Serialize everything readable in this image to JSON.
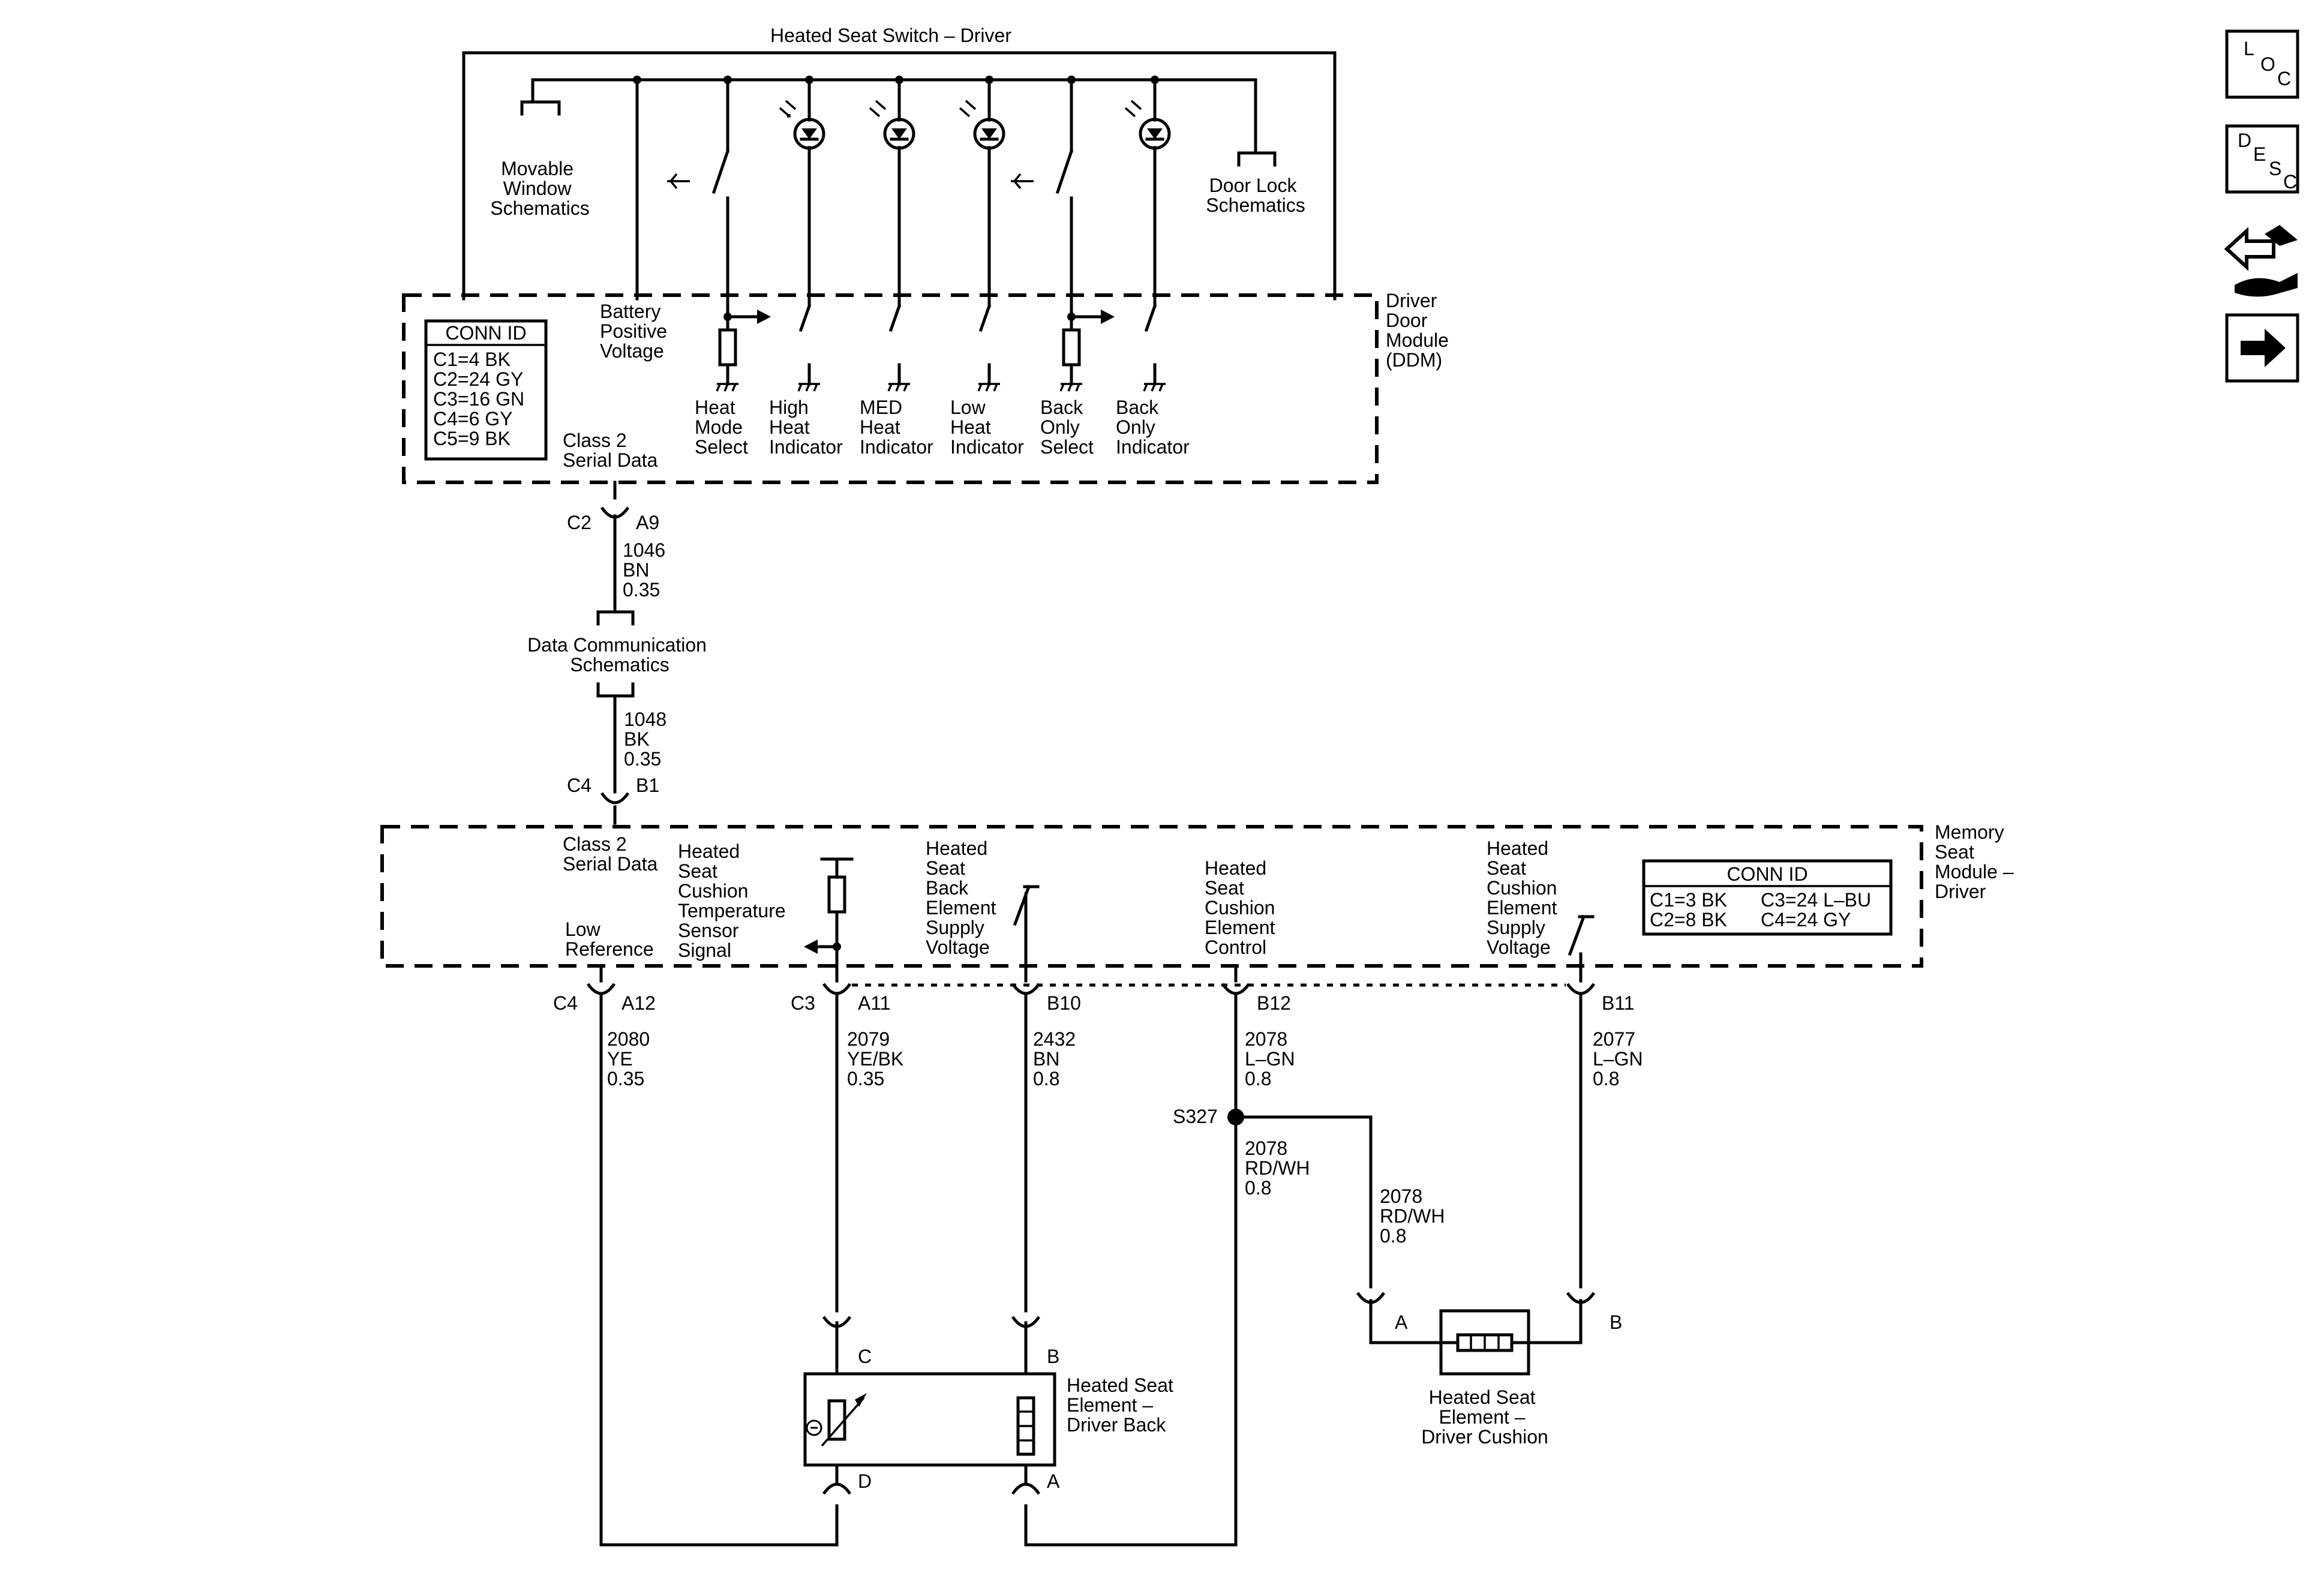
{
  "switch_title": "Heated Seat Switch – Driver",
  "ddm": {
    "label": [
      "Driver",
      "Door",
      "Module",
      "(DDM)"
    ],
    "conn_id_title": "CONN ID",
    "conn_ids": [
      "C1=4 BK",
      "C2=24 GY",
      "C3=16 GN",
      "C4=6 GY",
      "C5=9 BK"
    ],
    "battery": [
      "Battery",
      "Positive",
      "Voltage"
    ],
    "serial": [
      "Class 2",
      "Serial Data"
    ],
    "circuits": [
      [
        "Heat",
        "Mode",
        "Select"
      ],
      [
        "High",
        "Heat",
        "Indicator"
      ],
      [
        "MED",
        "Heat",
        "Indicator"
      ],
      [
        "Low",
        "Heat",
        "Indicator"
      ],
      [
        "Back",
        "Only",
        "Select"
      ],
      [
        "Back",
        "Only",
        "Indicator"
      ]
    ]
  },
  "movable_window": [
    "Movable",
    "Window",
    "Schematics"
  ],
  "door_lock": [
    "Door Lock",
    "Schematics"
  ],
  "c2_conn": {
    "connector": "C2",
    "pin": "A9"
  },
  "wire_1046": [
    "1046",
    "BN",
    "0.35"
  ],
  "data_comm": [
    "Data Communication",
    "Schematics"
  ],
  "wire_1048": [
    "1048",
    "BK",
    "0.35"
  ],
  "c4_conn": {
    "connector": "C4",
    "pin": "B1"
  },
  "msm": {
    "label": [
      "Memory",
      "Seat",
      "Module –",
      "Driver"
    ],
    "serial": [
      "Class 2",
      "Serial Data"
    ],
    "low_ref": [
      "Low",
      "Reference"
    ],
    "temp_sensor": [
      "Heated",
      "Seat",
      "Cushion",
      "Temperature",
      "Sensor",
      "Signal"
    ],
    "back_supply": [
      "Heated",
      "Seat",
      "Back",
      "Element",
      "Supply",
      "Voltage"
    ],
    "cushion_control": [
      "Heated",
      "Seat",
      "Cushion",
      "Element",
      "Control"
    ],
    "cushion_supply": [
      "Heated",
      "Seat",
      "Cushion",
      "Element",
      "Supply",
      "Voltage"
    ],
    "conn_id_title": "CONN ID",
    "conn_ids": [
      "C1=3 BK",
      "C3=24 L–BU",
      "C2=8 BK",
      "C4=24 GY"
    ]
  },
  "pins": {
    "a12_conn": "C4",
    "a12": "A12",
    "a11_conn": "C3",
    "a11": "A11",
    "b10": "B10",
    "b12": "B12",
    "b11": "B11"
  },
  "wires": {
    "w2080": [
      "2080",
      "YE",
      "0.35"
    ],
    "w2079": [
      "2079",
      "YE/BK",
      "0.35"
    ],
    "w2432": [
      "2432",
      "BN",
      "0.8"
    ],
    "w2078a": [
      "2078",
      "L–GN",
      "0.8"
    ],
    "w2077": [
      "2077",
      "L–GN",
      "0.8"
    ],
    "w2078b": [
      "2078",
      "RD/WH",
      "0.8"
    ],
    "w2078c": [
      "2078",
      "RD/WH",
      "0.8"
    ]
  },
  "splice": "S327",
  "back_element": {
    "label": [
      "Heated Seat",
      "Element –",
      "Driver Back"
    ],
    "pins": {
      "c": "C",
      "b": "B",
      "d": "D",
      "a": "A"
    }
  },
  "cushion_element": {
    "label": [
      "Heated Seat",
      "Element –",
      "Driver Cushion"
    ],
    "pins": {
      "a": "A",
      "b": "B"
    }
  },
  "side_icons": {
    "loc": [
      "L",
      "O",
      "C"
    ],
    "desc": [
      "D",
      "E",
      "S",
      "C"
    ],
    "names": [
      "loc-icon",
      "desc-icon",
      "connector-end-view-icon",
      "next-arrow-icon"
    ]
  }
}
